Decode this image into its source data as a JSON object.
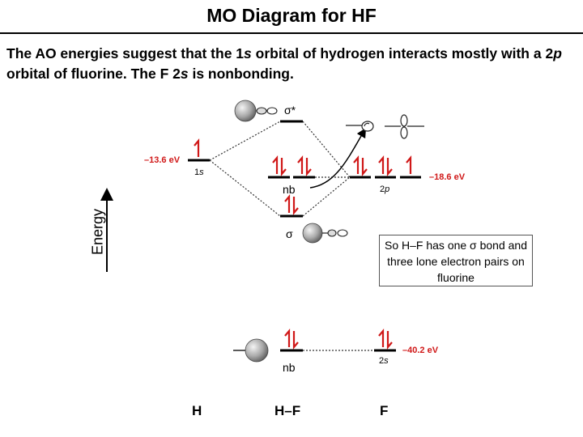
{
  "title": "MO Diagram for HF",
  "intro": {
    "part1": "The AO energies suggest that the 1",
    "s1": "s",
    "part2": " orbital of hydrogen interacts mostly with a 2",
    "p1": "p",
    "part3": " orbital of fluorine. The F 2",
    "s2": "s",
    "part4": " is nonbonding."
  },
  "levels": {
    "sigma_star": "σ*",
    "sigma": "σ",
    "nb_upper": "nb",
    "nb_lower": "nb",
    "h_1s_num": "1",
    "h_1s_letter": "s",
    "f_2p_num": "2",
    "f_2p_letter": "p",
    "f_2s_num": "2",
    "f_2s_letter": "s"
  },
  "energies": {
    "h_1s": "–13.6 eV",
    "f_2p": "–18.6 eV",
    "f_2s": "–40.2 eV"
  },
  "axis_label": "Energy",
  "note": "So H–F has one σ bond and three lone electron pairs on fluorine",
  "columns": {
    "h": "H",
    "hf": "H–F",
    "f": "F"
  },
  "colors": {
    "electron": "#d01818",
    "line": "#000000",
    "dotted": "#333333"
  }
}
